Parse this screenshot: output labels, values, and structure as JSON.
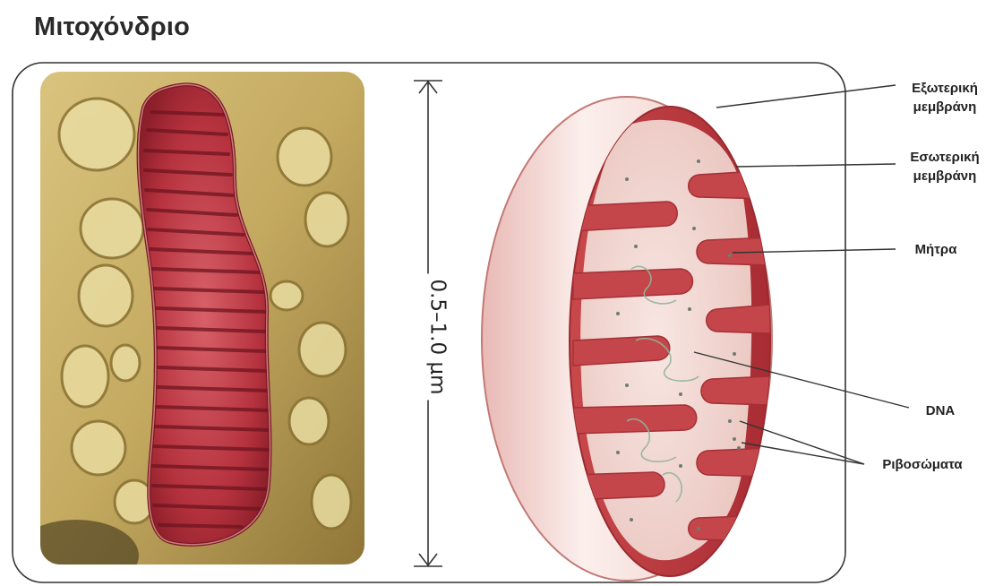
{
  "title": "Μιτοχόνδριο",
  "scale": {
    "text": "0.5–1.0 μm"
  },
  "labels": {
    "outer_membrane": [
      "Εξωτερική",
      "μεμβράνη"
    ],
    "inner_membrane": [
      "Εσωτερική",
      "μεμβράνη"
    ],
    "matrix": "Μήτρα",
    "dna": "DNA",
    "ribosomes": "Ριβοσώματα"
  },
  "colors": {
    "micrograph_background": "#c9b06a",
    "mitochondrion_stain": "#b8323c",
    "outer_membrane": "#c0393d",
    "matrix": "#f4dcd6",
    "frame_line": "#333333"
  }
}
